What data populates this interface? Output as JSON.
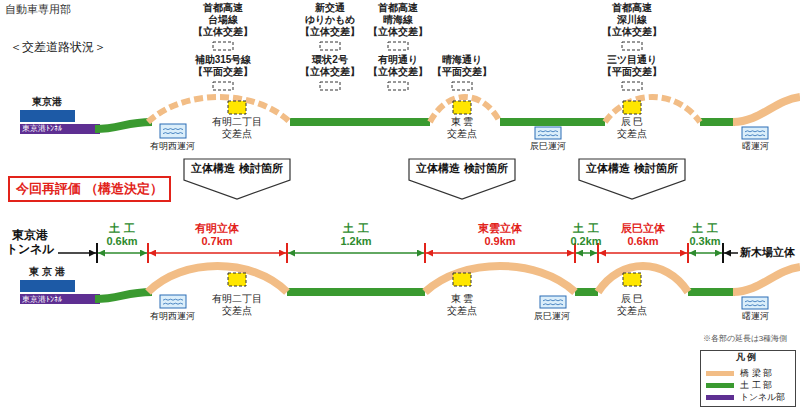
{
  "diagram": {
    "title": "自動車専用部",
    "nodes": [
      {
        "text": [
          "今回再評価 （構造決定）"
        ]
      },
      {
        "text": [
          "立体構造 検討箇所"
        ]
      },
      {
        "text": [
          "立体構造 検討箇所"
        ]
      },
      {
        "text": [
          "立体構造 検討箇所"
        ]
      }
    ],
    "labels": [
      "＜交差道路状況＞",
      "首都高速 台場線 【立体交差】",
      "補助315号線 【平面交差】",
      "新交通 ゆりかもめ 【立体交差】",
      "環状2号 【立体交差】",
      "首都高速 晴海線 【立体交差】",
      "有明通り 【立体交差】",
      "晴海通り 【平面交差】",
      "首都高速 深川線 【立体交差】",
      "三ツ目通り 【平面交差】",
      "東京港",
      "東京港ﾄﾝﾈﾙ",
      "有明西運河",
      "有明二丁目 交差点",
      "東 雲 交差点",
      "辰巳運河",
      "辰 巳 交差点",
      "曙運河",
      "東京港 トンネル",
      "土 工 0.6km",
      "有明立体 0.7km",
      "土 工 1.2km",
      "東雲立体 0.9km",
      "土 工 0.2km",
      "辰巳立体 0.6km",
      "土 工 0.3km",
      "新木場立体",
      "東 京 港",
      "東京港ﾄﾝﾈﾙ",
      "有明西運河",
      "有明二丁目 交差点",
      "東 雲 交差点",
      "辰巳運河",
      "辰 巳 交差点",
      "曙運河",
      "※各部の延長は3種海側",
      "凡 例"
    ],
    "legend": [
      {
        "text": "橋 梁 部",
        "color": "#f2bd86"
      },
      {
        "text": "土 工 部",
        "color": "#3a9a30"
      },
      {
        "text": "トンネル部",
        "color": "#5e2f92"
      }
    ]
  }
}
